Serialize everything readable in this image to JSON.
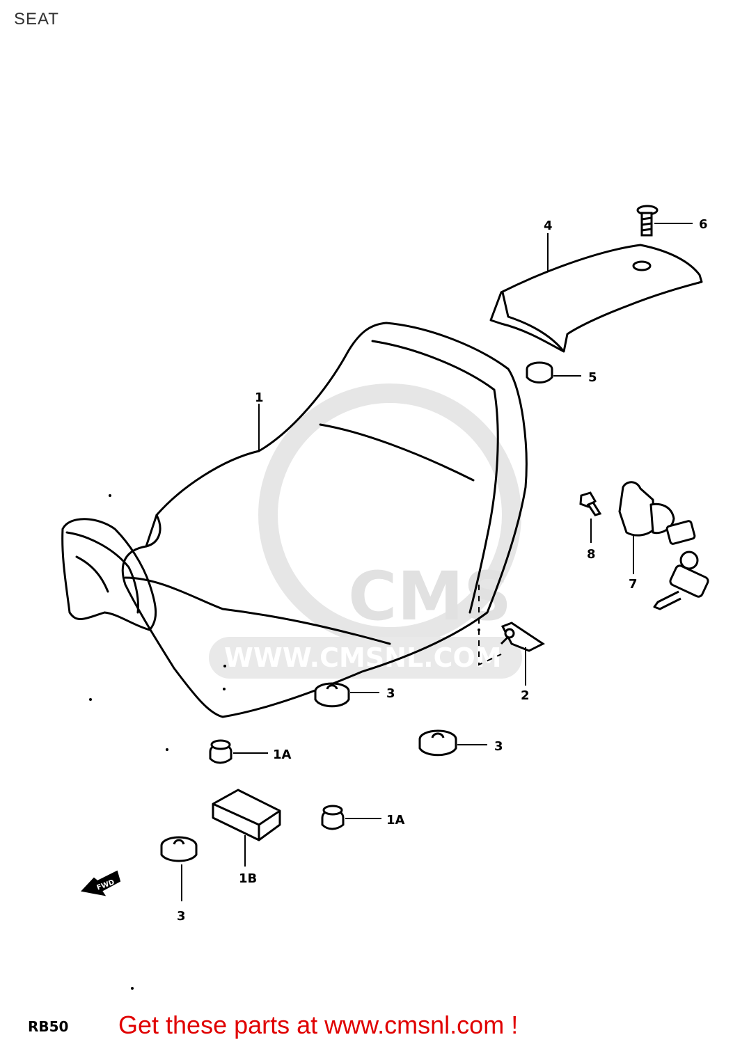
{
  "header": {
    "title": "SEAT"
  },
  "watermark": {
    "logo": "CMS",
    "url": "WWW.CMSNL.COM",
    "color": "#dcdcdc"
  },
  "callouts": {
    "seat": "1",
    "cap_a1": "1A",
    "cap_a2": "1A",
    "pad_b": "1B",
    "hook": "2",
    "cushion1": "3",
    "cushion2": "3",
    "cushion3": "3",
    "grip": "4",
    "grip_cushion": "5",
    "bolt_grip": "6",
    "lock": "7",
    "bolt_lock": "8"
  },
  "direction_marker": {
    "icon": "fwd-arrow-icon",
    "label": "FWD"
  },
  "diagram_code": "RB50",
  "footer": {
    "text": "Get these parts at www.cmsnl.com !",
    "color": "#e00000"
  }
}
